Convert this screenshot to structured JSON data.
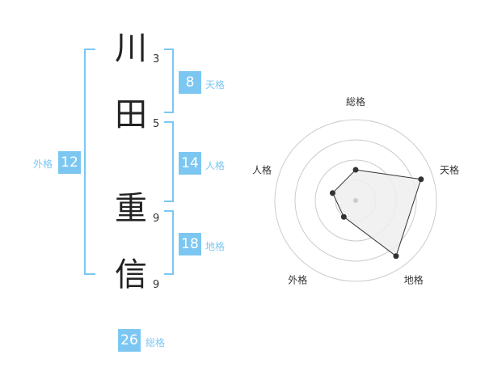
{
  "name": {
    "chars": [
      {
        "char": "川",
        "strokes": "3"
      },
      {
        "char": "田",
        "strokes": "5"
      },
      {
        "char": "重",
        "strokes": "9"
      },
      {
        "char": "信",
        "strokes": "9"
      }
    ]
  },
  "kakusu": {
    "tenkaku": {
      "value": "8",
      "label": "天格"
    },
    "jinkaku": {
      "value": "14",
      "label": "人格"
    },
    "chikaku": {
      "value": "18",
      "label": "地格"
    },
    "gaikaku": {
      "value": "12",
      "label": "外格"
    },
    "soukaku": {
      "value": "26",
      "label": "総格"
    }
  },
  "colors": {
    "accent": "#7cc7f2",
    "text": "#222222"
  },
  "chart_data": {
    "type": "radar",
    "axes": [
      "総格",
      "天格",
      "地格",
      "外格",
      "人格"
    ],
    "values": [
      0.38,
      0.85,
      0.85,
      0.25,
      0.3
    ],
    "value_scale": "fraction of outer ring radius",
    "rings": 4,
    "grid": true,
    "legend": "none"
  }
}
